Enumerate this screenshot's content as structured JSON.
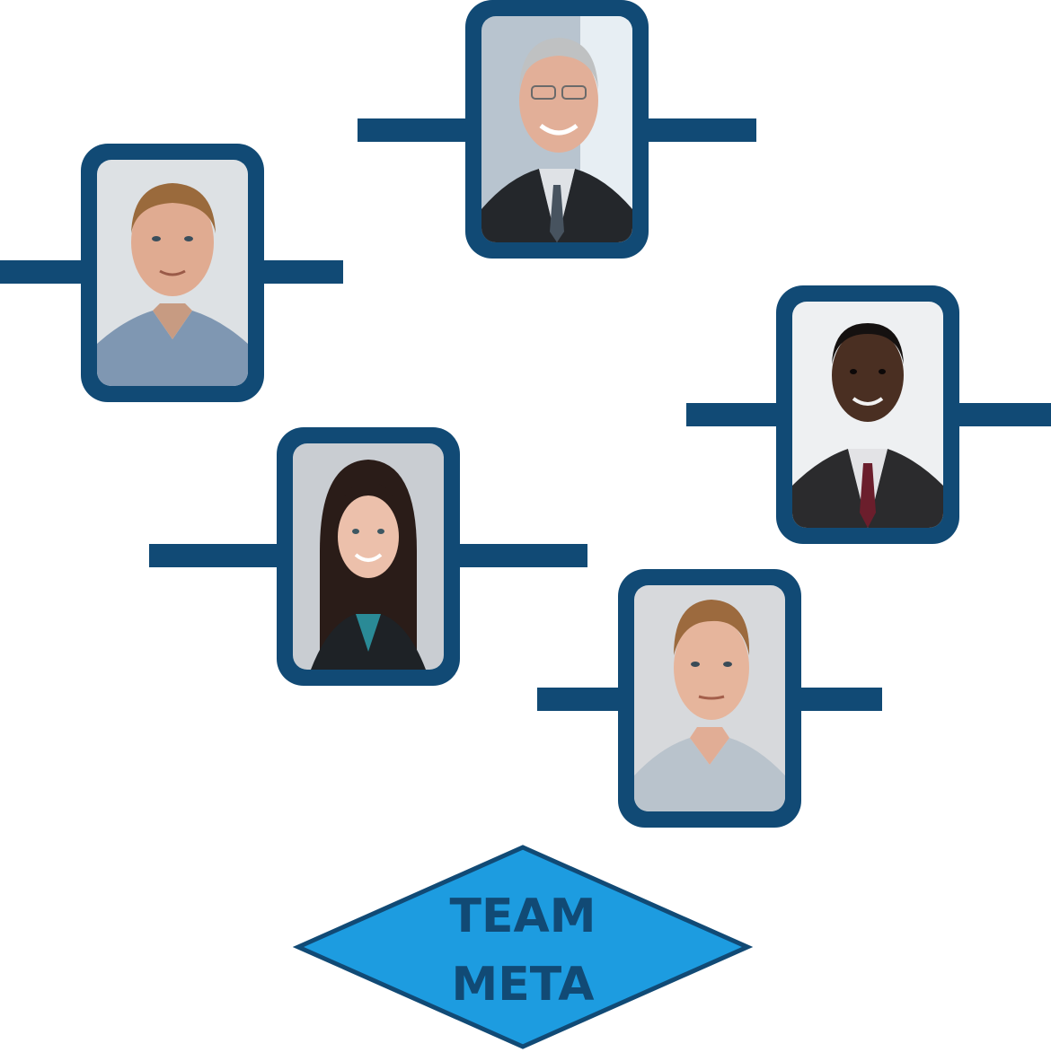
{
  "badge": {
    "line1": "TEAM",
    "line2": "META"
  },
  "colors": {
    "frame": "#114a75",
    "connector": "#114a75",
    "badge_fill": "#1d9ce0",
    "badge_border": "#114a75",
    "badge_text": "#114a75"
  },
  "members": [
    {
      "id": "member-1",
      "icon": "portrait-man-blonde-shirt"
    },
    {
      "id": "member-2",
      "icon": "portrait-man-gray-suit"
    },
    {
      "id": "member-3",
      "icon": "portrait-man-dark-suit"
    },
    {
      "id": "member-4",
      "icon": "portrait-woman-long-hair"
    },
    {
      "id": "member-5",
      "icon": "portrait-man-blonde-light-shirt"
    }
  ]
}
